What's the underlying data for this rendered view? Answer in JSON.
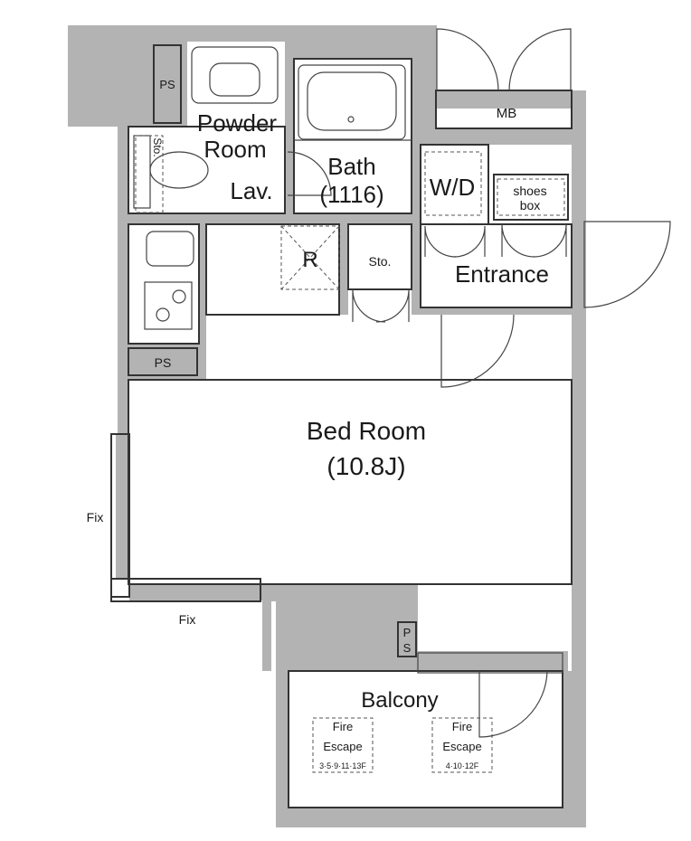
{
  "floorplan": {
    "rooms": {
      "powder_room_line1": "Powder",
      "powder_room_line2": "Room",
      "lav": "Lav.",
      "bath": "Bath",
      "bath_size": "(1116)",
      "wd": "W/D",
      "shoes_line1": "shoes",
      "shoes_line2": "box",
      "entrance": "Entrance",
      "storage": "Sto.",
      "storage_small": "Sto.",
      "mb": "MB",
      "ps_top": "PS",
      "ps_kitchen": "PS",
      "ps_balcony_1": "P",
      "ps_balcony_2": "S",
      "refrigerator": "R",
      "bedroom": "Bed Room",
      "bedroom_size": "(10.8J)",
      "balcony": "Balcony",
      "fix_left": "Fix",
      "fix_bottom": "Fix"
    },
    "fire_escapes": [
      {
        "line1": "Fire",
        "line2": "Escape",
        "floors": "3·5·9·11·13F"
      },
      {
        "line1": "Fire",
        "line2": "Escape",
        "floors": "4·10·12F"
      }
    ]
  }
}
